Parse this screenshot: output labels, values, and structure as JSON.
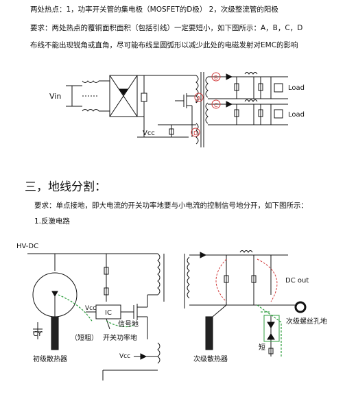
{
  "section2": {
    "line1": "两处热点：1，功率开关管的集电极（MOSFET的D极） 2，次级整流管的阳极",
    "line2": "要求：两处热点的覆铜面积面积（包括引线）一定要短小，如下图所示：A，B，C，D",
    "line3": "布线不能出现锐角或直角，尽可能布线呈圆弧形以减少此处的电磁发射对EMC的影响"
  },
  "diagram1": {
    "vin": "Vin",
    "vcc": "Vcc",
    "load_top": "Load",
    "load_bottom": "Load",
    "marker_a": "A",
    "marker_b": "B",
    "marker_c": "C",
    "marker_d": "D"
  },
  "section3": {
    "heading": "三，地线分割：",
    "requirement": "要求：单点接地，即大电流的开关功率地要与小电流的控制信号地分开，如下图所示：",
    "subheading": "1.反激电路"
  },
  "diagram2": {
    "hvdc": "HV-DC",
    "cy": "CY",
    "primary_heatsink": "初级散热器",
    "vcc_top": "Vcc",
    "ic": "IC",
    "signal_ground": "信号地",
    "thick": "（短粗）",
    "switch_power_ground": "开关功率地",
    "vcc_bottom": "Vcc",
    "dc_out": "DC out",
    "secondary_screw": "次级螺丝孔地",
    "short": "短",
    "secondary_heatsink": "次级散热器"
  },
  "colors": {
    "ink": "#111111",
    "marker": "#d23a3a",
    "green": "#2e9e3e"
  }
}
